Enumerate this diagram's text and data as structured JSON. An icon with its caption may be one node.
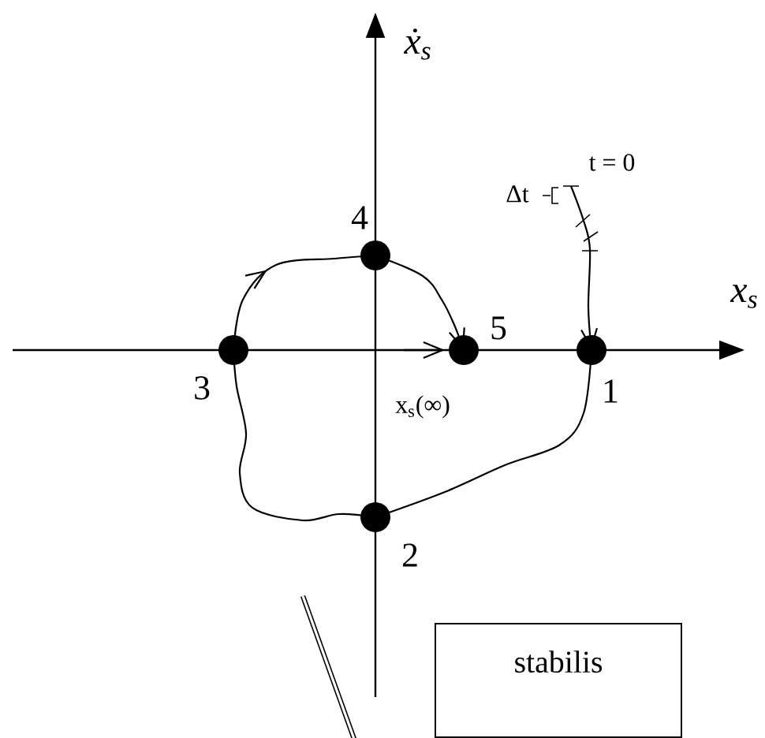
{
  "diagram": {
    "nodes": [
      {
        "text": [],
        "shape": "circle",
        "beside": [
          "1"
        ]
      },
      {
        "text": [],
        "shape": "circle",
        "beside": [
          "2"
        ]
      },
      {
        "text": [],
        "shape": "circle",
        "beside": [
          "3"
        ]
      },
      {
        "text": [],
        "shape": "circle",
        "beside": [
          "4"
        ]
      },
      {
        "text": [],
        "shape": "circle",
        "beside": [
          "5"
        ]
      },
      {
        "text": [
          "stabilis"
        ]
      }
    ],
    "edges": [
      {
        "from": null,
        "to": 0,
        "arrow": "to"
      },
      {
        "from": 0,
        "to": 1,
        "arrow": "none"
      },
      {
        "from": 1,
        "to": 2,
        "arrow": "none"
      },
      {
        "from": 2,
        "to": 3,
        "arrow": "to"
      },
      {
        "from": 3,
        "to": 4,
        "arrow": "to"
      }
    ],
    "labels": [
      "ẋ$_{s}$",
      "x$_{s}$",
      "t = 0",
      "Δt",
      "x$_{s}$(∞)"
    ]
  }
}
